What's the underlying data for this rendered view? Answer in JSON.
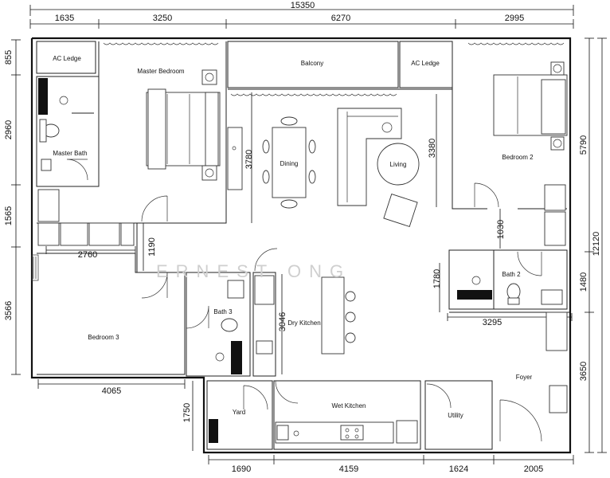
{
  "dimensions": {
    "top_total": "15350",
    "top": [
      "1635",
      "3250",
      "6270",
      "2995"
    ],
    "left": [
      "855",
      "2960",
      "1565",
      "3566"
    ],
    "right": [
      "5790",
      "12120",
      "1480",
      "3650"
    ],
    "bottom": [
      "1690",
      "4159",
      "1624",
      "2005"
    ],
    "interior": {
      "master_bed_width": "2760",
      "corridor": "1190",
      "dining_depth": "3780",
      "living_depth": "3380",
      "bed2_gap": "1030",
      "bath2_height": "1780",
      "bath2_width": "3295",
      "kitchen_depth": "3046",
      "bedroom3_width": "4065",
      "yard_height": "1750"
    }
  },
  "rooms": {
    "ac_ledge_left": "AC Ledge",
    "master_bedroom": "Master Bedroom",
    "balcony": "Balcony",
    "ac_ledge_right": "AC Ledge",
    "bedroom2": "Bedroom 2",
    "master_bath": "Master Bath",
    "dining": "Dining",
    "living": "Living",
    "bath2": "Bath 2",
    "bath3": "Bath 3",
    "dry_kitchen": "Dry Kitchen",
    "bedroom3": "Bedroom 3",
    "foyer": "Foyer",
    "yard": "Yard",
    "wet_kitchen": "Wet Kitchen",
    "utility": "Utility"
  },
  "watermark": "ERNEST ONG"
}
